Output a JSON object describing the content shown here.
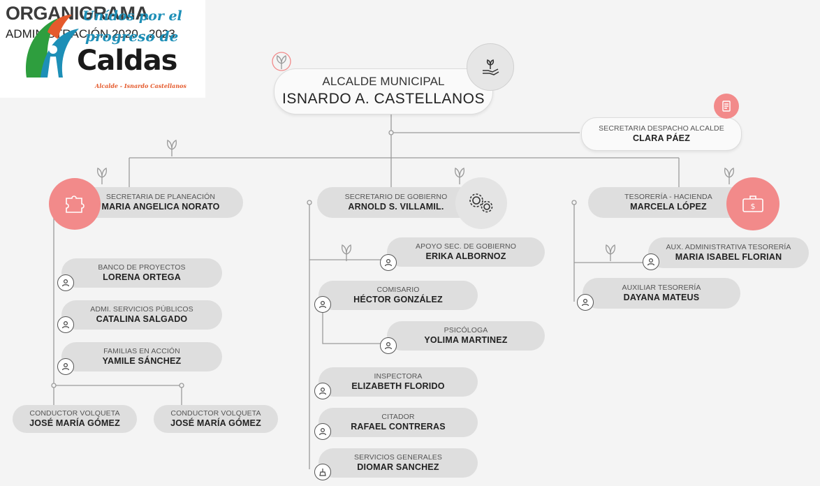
{
  "header": {
    "title": "ORGANIGRAMA",
    "subtitle": "ADMINISTRACIÓN 2020 - 2023"
  },
  "mayor": {
    "role": "ALCALDE MUNICIPAL",
    "name": "ISNARDO A. CASTELLANOS"
  },
  "despacho": {
    "role": "SECRETARIA DESPACHO ALCALDE",
    "name": "CLARA PÁEZ"
  },
  "planeacion": {
    "head": {
      "role": "SECRETARIA DE PLANEACIÓN",
      "name": "MARIA ANGELICA NORATO"
    },
    "staff": [
      {
        "role": "BANCO DE PROYECTOS",
        "name": "LORENA ORTEGA"
      },
      {
        "role": "ADMI. SERVICIOS PÚBLICOS",
        "name": "CATALINA SALGADO"
      },
      {
        "role": "FAMILIAS EN ACCIÓN",
        "name": "YAMILE SÁNCHEZ"
      },
      {
        "role": "CONDUCTOR VOLQUETA",
        "name": "JOSÉ MARÍA GÓMEZ"
      },
      {
        "role": "CONDUCTOR VOLQUETA",
        "name": "JOSÉ MARÍA GÓMEZ"
      }
    ]
  },
  "gobierno": {
    "head": {
      "role": "SECRETARIO DE GOBIERNO",
      "name": "ARNOLD S. VILLAMIL."
    },
    "staff": [
      {
        "role": "APOYO SEC. DE GOBIERNO",
        "name": "ERIKA ALBORNOZ"
      },
      {
        "role": "COMISARIO",
        "name": "HÉCTOR GONZÁLEZ"
      },
      {
        "role": "PSICÓLOGA",
        "name": "YOLIMA MARTINEZ"
      },
      {
        "role": "INSPECTORA",
        "name": "ELIZABETH FLORIDO"
      },
      {
        "role": "CITADOR",
        "name": "RAFAEL CONTRERAS"
      },
      {
        "role": "SERVICIOS GENERALES",
        "name": "DIOMAR SANCHEZ"
      }
    ]
  },
  "tesoreria": {
    "head": {
      "role": "TESORERÍA - HACIENDA",
      "name": "MARCELA LÓPEZ"
    },
    "staff": [
      {
        "role": "AUX. ADMINISTRATIVA TESORERÍA",
        "name": "MARIA ISABEL FLORIAN"
      },
      {
        "role": "AUXILIAR TESORERÍA",
        "name": "DAYANA MATEUS"
      }
    ]
  },
  "logo": {
    "line1": "Unídos por el",
    "line2": "progreso de",
    "line3": "Caldas",
    "line4": "Alcalde - Isnardo Castellanos"
  },
  "colors": {
    "accent": "#f28a8a",
    "line": "#9a9a9a",
    "card": "#dedede",
    "logo_blue": "#1d8fb7"
  }
}
